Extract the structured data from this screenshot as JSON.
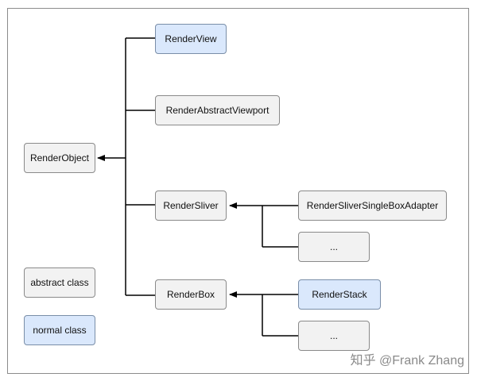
{
  "diagram": {
    "nodes": {
      "render_object": "RenderObject",
      "render_view": "RenderView",
      "render_abstract_viewport": "RenderAbstractViewport",
      "render_sliver": "RenderSliver",
      "render_sliver_single_box_adapter": "RenderSliverSingleBoxAdapter",
      "sliver_more": "...",
      "render_box": "RenderBox",
      "render_stack": "RenderStack",
      "box_more": "..."
    },
    "legend": {
      "abstract_label": "abstract class",
      "normal_label": "normal class"
    },
    "colors": {
      "abstract_fill": "#f2f2f2",
      "normal_fill": "#dae8fc",
      "line": "#000000"
    }
  },
  "watermark": "知乎 @Frank Zhang"
}
